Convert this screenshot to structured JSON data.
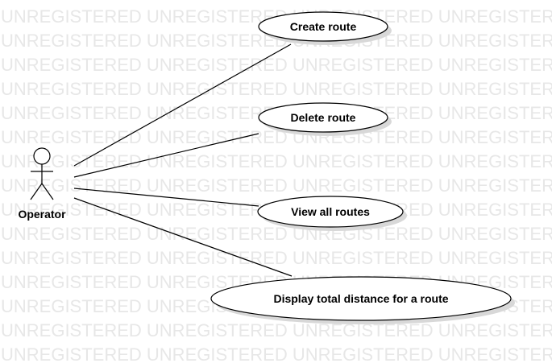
{
  "watermark": {
    "text": "UNREGISTERED UNREGISTERED UNREGISTERED UNREGISTERED"
  },
  "actor": {
    "label": "Operator"
  },
  "use_cases": [
    {
      "id": "create-route",
      "label": "Create route"
    },
    {
      "id": "delete-route",
      "label": "Delete route"
    },
    {
      "id": "view-all-routes",
      "label": "View all routes"
    },
    {
      "id": "display-total-distance",
      "label": "Display total distance for a route"
    }
  ],
  "colors": {
    "stroke": "#000000",
    "fill": "#ffffff",
    "watermark": "#e7e7e7",
    "shadow": "#d8d8d8"
  }
}
